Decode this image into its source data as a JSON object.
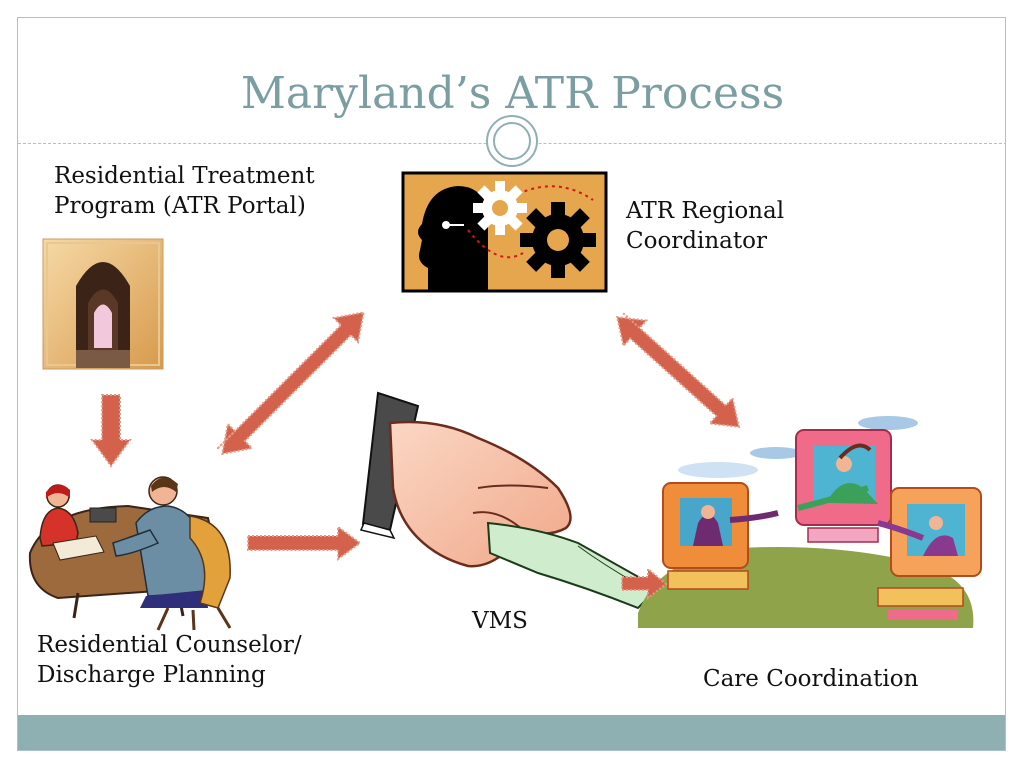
{
  "slide": {
    "title": "Maryland’s ATR Process"
  },
  "nodes": {
    "residential_treatment": {
      "label": "Residential Treatment\nProgram (ATR Portal)"
    },
    "regional_coordinator": {
      "label": "ATR Regional\nCoordinator"
    },
    "counselor": {
      "label": "Residential Counselor/\nDischarge Planning"
    },
    "vms": {
      "label": "VMS"
    },
    "care_coordination": {
      "label": "Care Coordination"
    }
  },
  "colors": {
    "title": "#7a9ea1",
    "accent": "#8fb0b3",
    "arrow": "#d4614b",
    "arrow_light": "#e39a85"
  }
}
